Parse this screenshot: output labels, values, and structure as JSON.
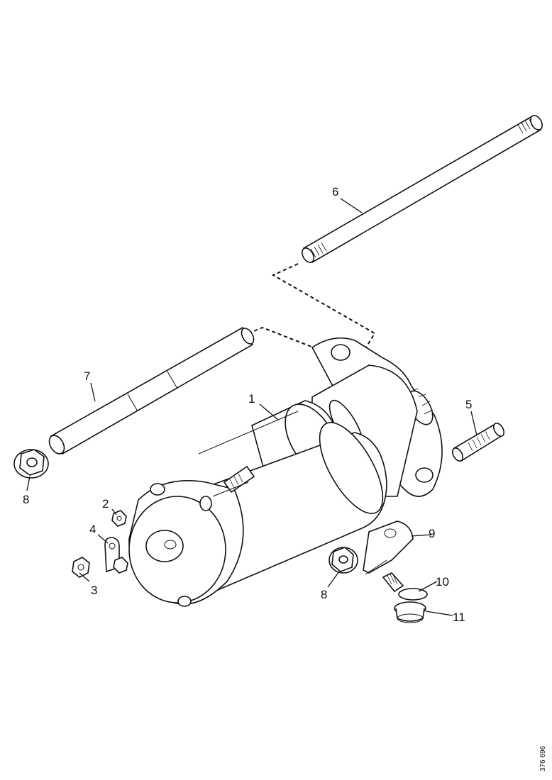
{
  "callouts": [
    {
      "label": "1"
    },
    {
      "label": "2"
    },
    {
      "label": "3"
    },
    {
      "label": "4"
    },
    {
      "label": "5"
    },
    {
      "label": "6"
    },
    {
      "label": "7"
    },
    {
      "label": "8"
    },
    {
      "label": "8"
    },
    {
      "label": "9"
    },
    {
      "label": "10"
    },
    {
      "label": "11"
    }
  ],
  "figure_id": "376 696"
}
